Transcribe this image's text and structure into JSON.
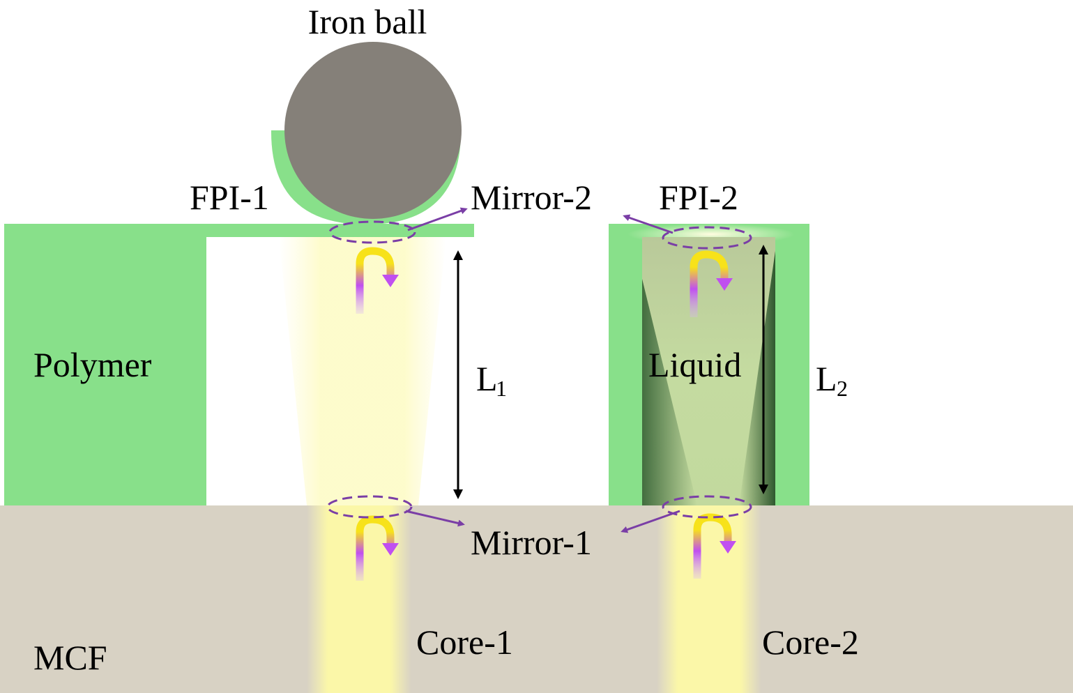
{
  "labels": {
    "iron_ball": "Iron ball",
    "fpi1": "FPI-1",
    "fpi2": "FPI-2",
    "mirror2": "Mirror-2",
    "mirror1": "Mirror-1",
    "polymer": "Polymer",
    "liquid": "Liquid",
    "l1_main": "L",
    "l1_sub": "1",
    "l2_main": "L",
    "l2_sub": "2",
    "mcf": "MCF",
    "core1": "Core-1",
    "core2": "Core-2"
  },
  "colors": {
    "polymer": "#88e08a",
    "fiber": "#d8d2c4",
    "iron": "#858079",
    "light": "#fdfcc4",
    "liquid": "#c6dc9f",
    "arrow_purple": "#7a3ea6",
    "reflection_arrow_top": "#f7e21a",
    "reflection_arrow_bottom": "#c04ff0"
  }
}
